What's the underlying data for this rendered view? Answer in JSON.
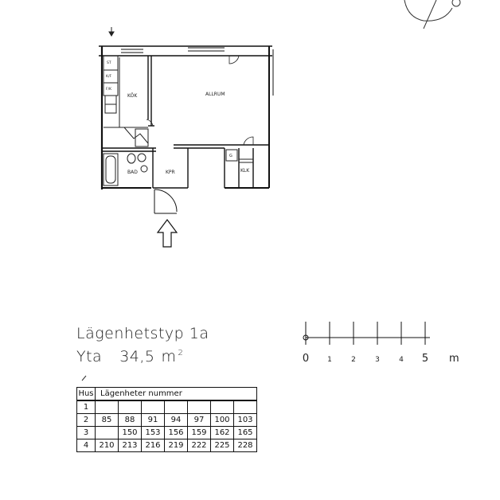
{
  "plan": {
    "rooms": {
      "kok": "KÖK",
      "allrum": "ALLRUM",
      "bad": "BAD",
      "kpr": "KPR",
      "klk": "KLK"
    },
    "fixtures": {
      "stove": "ST",
      "fridge": "K/F",
      "freezer": "F/K",
      "closet_g": "G"
    }
  },
  "apartment": {
    "type_label": "Lägenhetstyp 1a",
    "area_label": "Yta",
    "area_value": "34,5",
    "area_unit": "m",
    "area_unit_sup": "2"
  },
  "scale_bar": {
    "ticks": [
      "0",
      "1",
      "2",
      "3",
      "4",
      "5"
    ],
    "unit": "m"
  },
  "unit_table": {
    "col_hus": "Hus",
    "col_numbers": "Lägenheter nummer",
    "rows": [
      {
        "hus": "1",
        "values": [
          "",
          "",
          "",
          "",
          "",
          "",
          ""
        ]
      },
      {
        "hus": "2",
        "values": [
          "85",
          "88",
          "91",
          "94",
          "97",
          "100",
          "103"
        ]
      },
      {
        "hus": "3",
        "values": [
          "",
          "150",
          "153",
          "156",
          "159",
          "162",
          "165"
        ]
      },
      {
        "hus": "4",
        "values": [
          "210",
          "213",
          "216",
          "219",
          "222",
          "225",
          "228"
        ]
      }
    ]
  }
}
